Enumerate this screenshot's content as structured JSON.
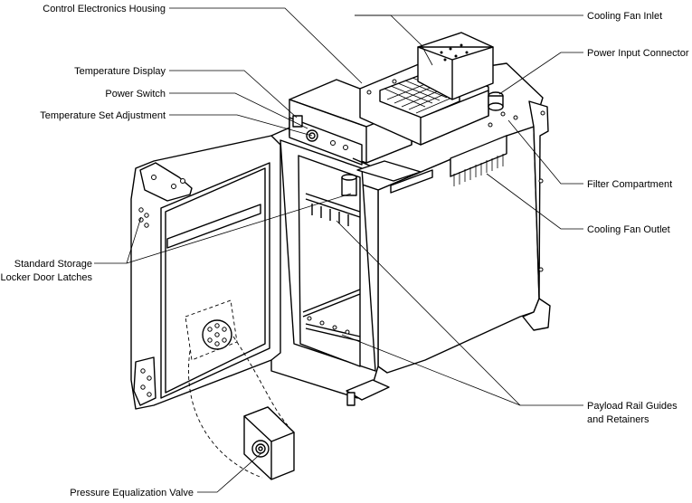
{
  "labels": {
    "control_electronics_housing": "Control Electronics Housing",
    "cooling_fan_inlet": "Cooling Fan Inlet",
    "power_input_connector": "Power Input Connector",
    "temperature_display": "Temperature Display",
    "power_switch": "Power Switch",
    "temperature_set_adjustment": "Temperature Set Adjustment",
    "filter_compartment": "Filter Compartment",
    "cooling_fan_outlet": "Cooling Fan Outlet",
    "standard_storage_locker_door_latches_line1": "Standard Storage",
    "standard_storage_locker_door_latches_line2": "Locker Door Latches",
    "payload_rail_guides_line1": "Payload Rail Guides",
    "payload_rail_guides_line2": "and Retainers",
    "pressure_equalization_valve": "Pressure Equalization Valve"
  }
}
